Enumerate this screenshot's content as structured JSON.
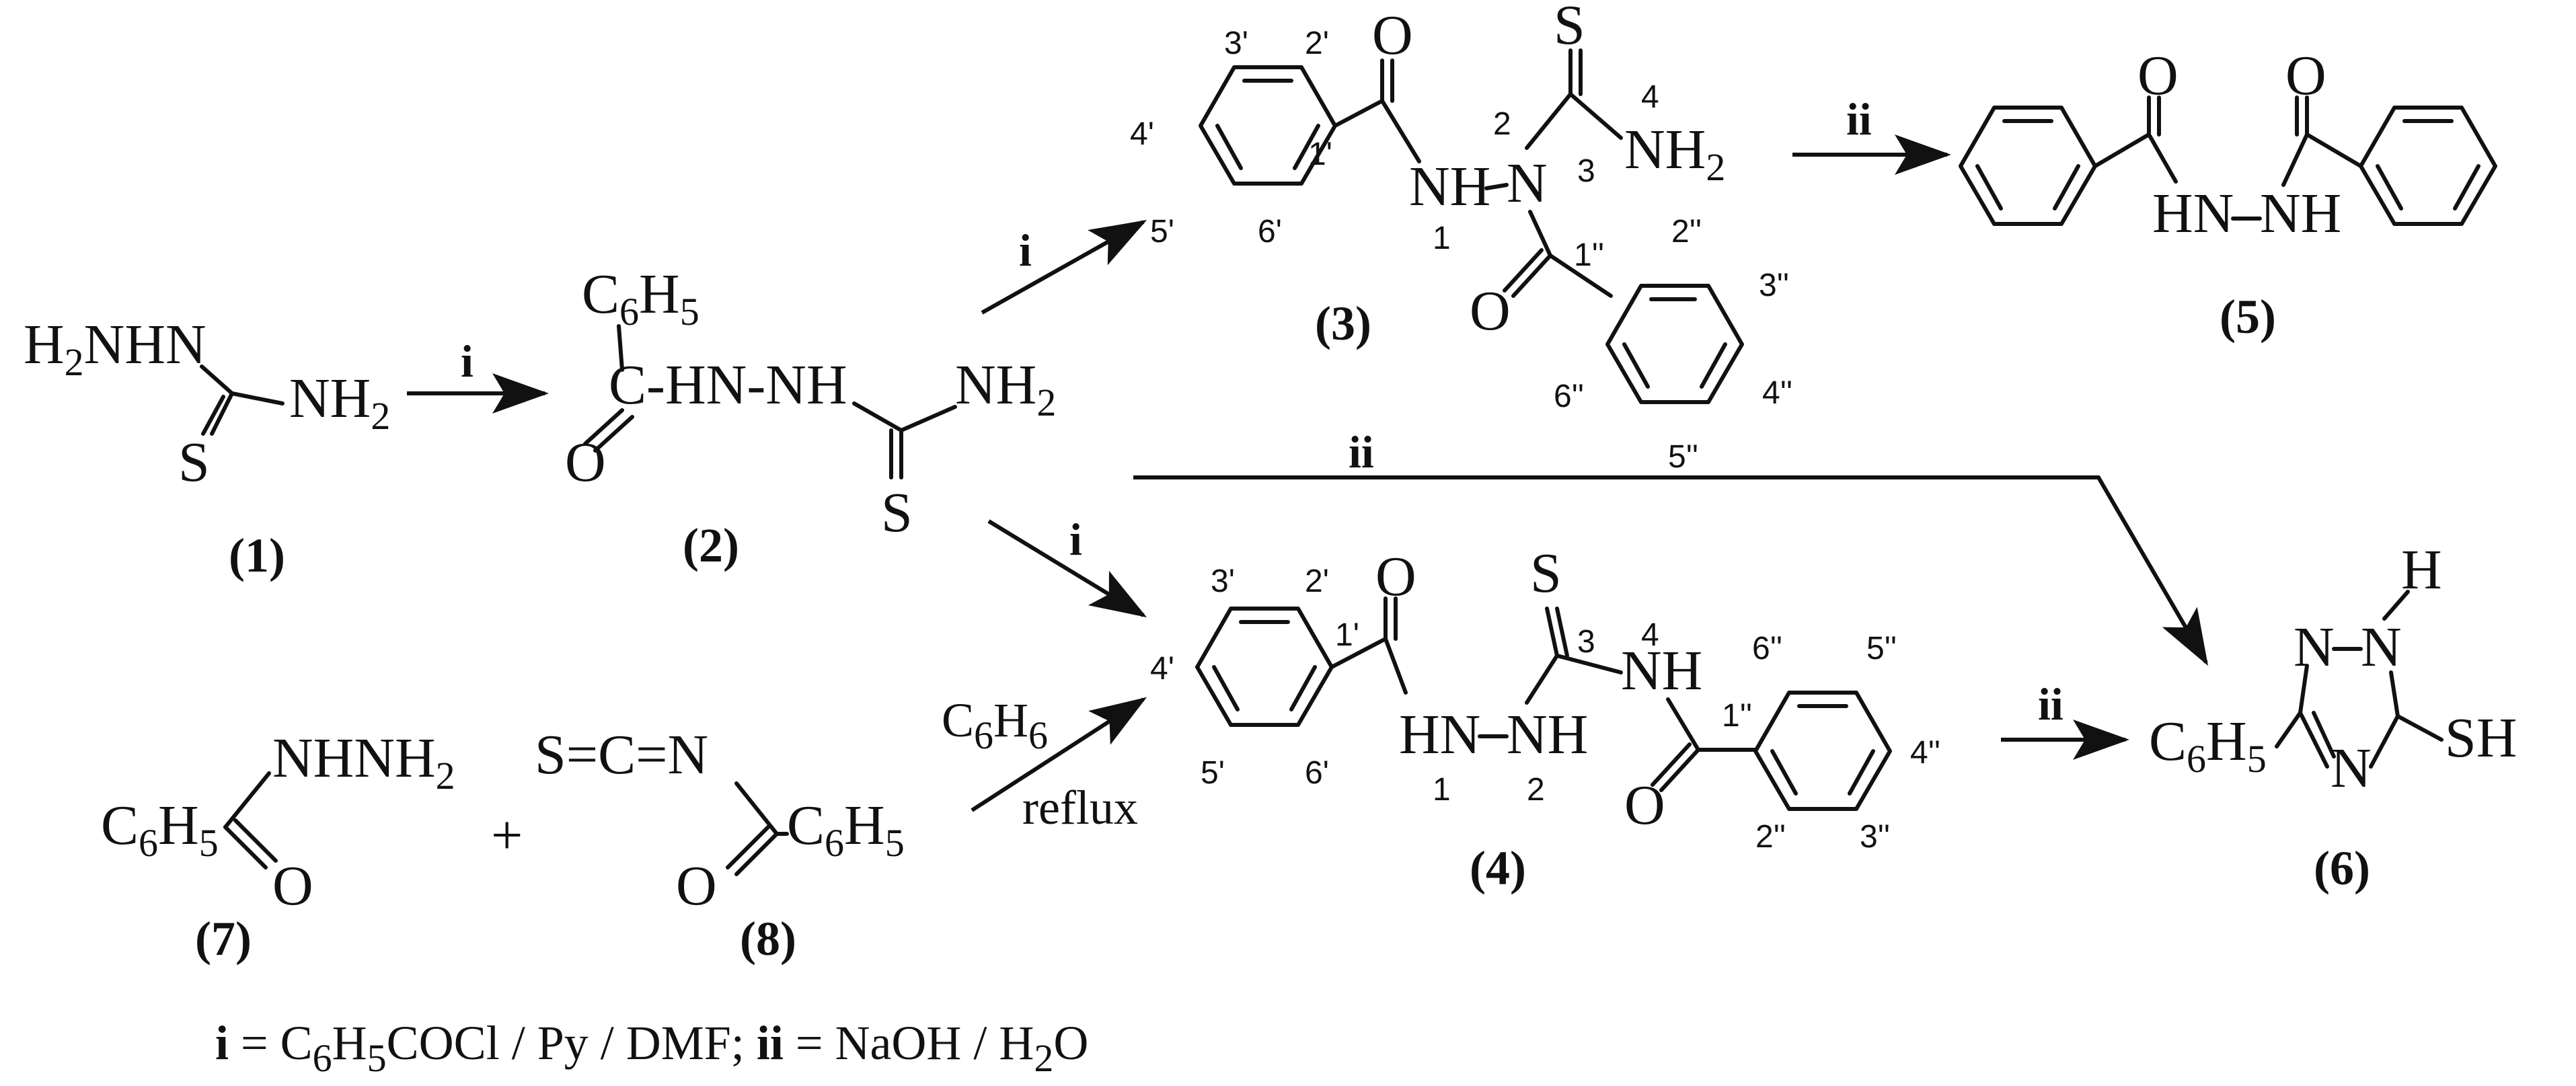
{
  "compounds": {
    "c1": {
      "label": "(1)",
      "h2nhn": "H",
      "h2nhn_sub": "2",
      "h2nhn_rest": "NHN",
      "nh2": "NH",
      "nh2_sub": "2",
      "s": "S"
    },
    "c2": {
      "label": "(2)",
      "c6h5_c": "C",
      "c6h5_s1": "6",
      "c6h5_h": "H",
      "c6h5_s2": "5",
      "chain": "C-HN-NH",
      "o": "O",
      "nh2": "NH",
      "nh2_sub": "2",
      "s": "S"
    },
    "c3": {
      "label": "(3)",
      "o": "O",
      "s": "S",
      "nh": "NH",
      "n": "N",
      "nh2": "NH",
      "nh2_sub": "2",
      "o2": "O",
      "num_2p": "2'",
      "num_3p": "3'",
      "num_4p": "4'",
      "num_5p": "5'",
      "num_6p": "6'",
      "num_1p": "1'",
      "num_1": "1",
      "num_2": "2",
      "num_3": "3",
      "num_4": "4",
      "num_1pp": "1''",
      "num_2pp": "2''",
      "num_3pp": "3''",
      "num_4pp": "4''",
      "num_5pp": "5''",
      "num_6pp": "6''"
    },
    "c4": {
      "label": "(4)",
      "o": "O",
      "s": "S",
      "nh": "NH",
      "hn": "HN",
      "nh2": "NH",
      "o2": "O",
      "num_2p": "2'",
      "num_3p": "3'",
      "num_4p": "4'",
      "num_5p": "5'",
      "num_6p": "6'",
      "num_1p": "1'",
      "num_1": "1",
      "num_2": "2",
      "num_3": "3",
      "num_4": "4",
      "num_1pp": "1''",
      "num_2pp": "2''",
      "num_3pp": "3''",
      "num_4pp": "4''",
      "num_5pp": "5''",
      "num_6pp": "6''"
    },
    "c5": {
      "label": "(5)",
      "o1": "O",
      "o2": "O",
      "hn": "HN",
      "nh": "NH"
    },
    "c6": {
      "label": "(6)",
      "n1": "N",
      "n2": "N",
      "n3": "N",
      "h": "H",
      "sh": "SH",
      "c6h5_c": "C",
      "c6h5_s1": "6",
      "c6h5_h": "H",
      "c6h5_s2": "5"
    },
    "c7": {
      "label": "(7)",
      "nhnh2": "NHNH",
      "nhnh2_sub": "2",
      "o": "O",
      "c6h5_c": "C",
      "c6h5_s1": "6",
      "c6h5_h": "H",
      "c6h5_s2": "5"
    },
    "c8": {
      "label": "(8)",
      "scn": "S=C=N",
      "o": "O",
      "c6h5_c": "C",
      "c6h5_s1": "6",
      "c6h5_h": "H",
      "c6h5_s2": "5"
    }
  },
  "reagents": {
    "i": "i",
    "ii": "ii",
    "plus": "+",
    "c6h6_c": "C",
    "c6h6_s": "6",
    "c6h6_h": "H",
    "c6h6_s2": "6",
    "reflux": "reflux"
  },
  "legend": {
    "i_bold": "i",
    "i_text": " = C",
    "i_s1": "6",
    "i_h": "H",
    "i_s2": "5",
    "i_rest": "COCl / Py / DMF; ",
    "ii_bold": "ii",
    "ii_text": " = NaOH / H",
    "ii_s": "2",
    "ii_rest": "O"
  }
}
